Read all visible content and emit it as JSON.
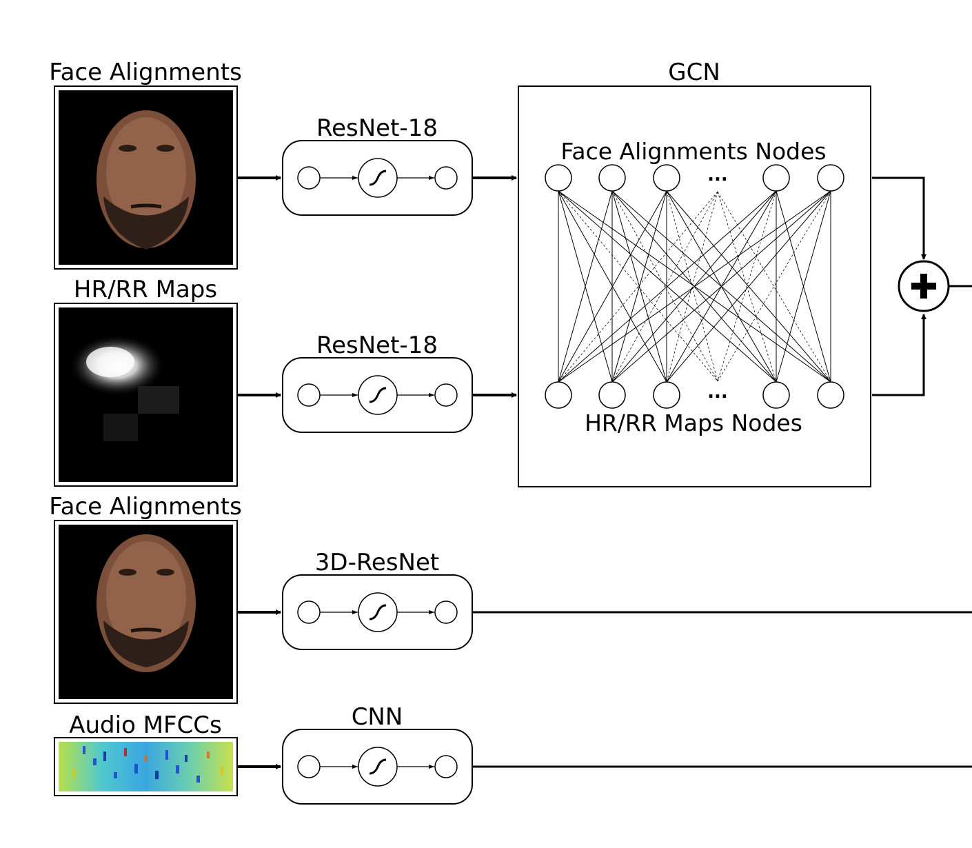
{
  "inputs": {
    "face_alignments_1": "Face Alignments",
    "hr_rr_maps": "HR/RR Maps",
    "face_alignments_2": "Face Alignments",
    "audio_mfccs": "Audio MFCCs"
  },
  "blocks": {
    "resnet18_top": "ResNet-18",
    "resnet18_bottom": "ResNet-18",
    "resnet3d": "3D-ResNet",
    "cnn": "CNN"
  },
  "gcn": {
    "title": "GCN",
    "top_nodes_label": "Face Alignments Nodes",
    "bottom_nodes_label": "HR/RR Maps Nodes",
    "ellipsis": "..."
  },
  "fusion": {
    "symbol": "plus-icon"
  },
  "colors": {
    "stroke": "#000000",
    "face_bg": "#000000",
    "skin": "#8a5a44",
    "mfcc_base": "#39c8c0"
  }
}
